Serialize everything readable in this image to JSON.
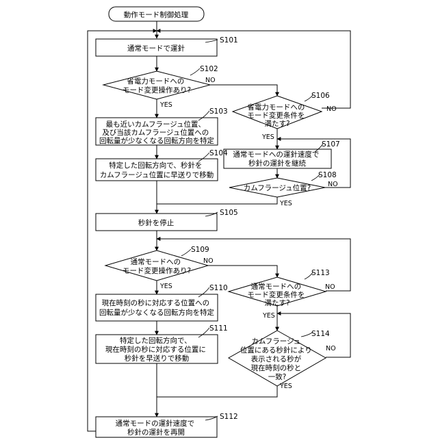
{
  "start": {
    "text": "動作モード制御処理"
  },
  "nodes": {
    "S101": {
      "label": "S101",
      "lines": [
        "通常モードで運針"
      ]
    },
    "S102": {
      "label": "S102",
      "lines": [
        "省電力モードへの",
        "モード変更操作あり?"
      ]
    },
    "S103": {
      "label": "S103",
      "lines": [
        "最も近いカムフラージュ位置、",
        "及び当該カムフラージュ位置への",
        "回転量が少なくなる回転方向を特定"
      ]
    },
    "S104": {
      "label": "S104",
      "lines": [
        "特定した回転方向で、秒針を",
        "カムフラージュ位置に早送りで移動"
      ]
    },
    "S105": {
      "label": "S105",
      "lines": [
        "秒針を停止"
      ]
    },
    "S106": {
      "label": "S106",
      "lines": [
        "省電力モードへの",
        "モード変更条件を",
        "満たす?"
      ]
    },
    "S107": {
      "label": "S107",
      "lines": [
        "通常モードへの運針速度で",
        "秒針の運針を継続"
      ]
    },
    "S108": {
      "label": "S108",
      "lines": [
        "カムフラージュ位置?"
      ]
    },
    "S109": {
      "label": "S109",
      "lines": [
        "通常モードへの",
        "モード変更操作あり?"
      ]
    },
    "S110": {
      "label": "S110",
      "lines": [
        "現在時刻の秒に対応する位置への",
        "回転量が少なくなる回転方向を特定"
      ]
    },
    "S111": {
      "label": "S111",
      "lines": [
        "特定した回転方向で、",
        "現在時刻の秒に対応する位置に",
        "秒針を早送りで移動"
      ]
    },
    "S112": {
      "label": "S112",
      "lines": [
        "通常モードの運針速度で",
        "秒針の運針を再開"
      ]
    },
    "S113": {
      "label": "S113",
      "lines": [
        "通常モードへの",
        "モード変更条件を",
        "満たす?"
      ]
    },
    "S114": {
      "label": "S114",
      "lines": [
        "カムフラージュ",
        "位置にある秒針により",
        "表示される秒が",
        "現在時刻の秒と",
        "一致?"
      ]
    }
  },
  "edges": {
    "yes": "YES",
    "no": "NO"
  }
}
